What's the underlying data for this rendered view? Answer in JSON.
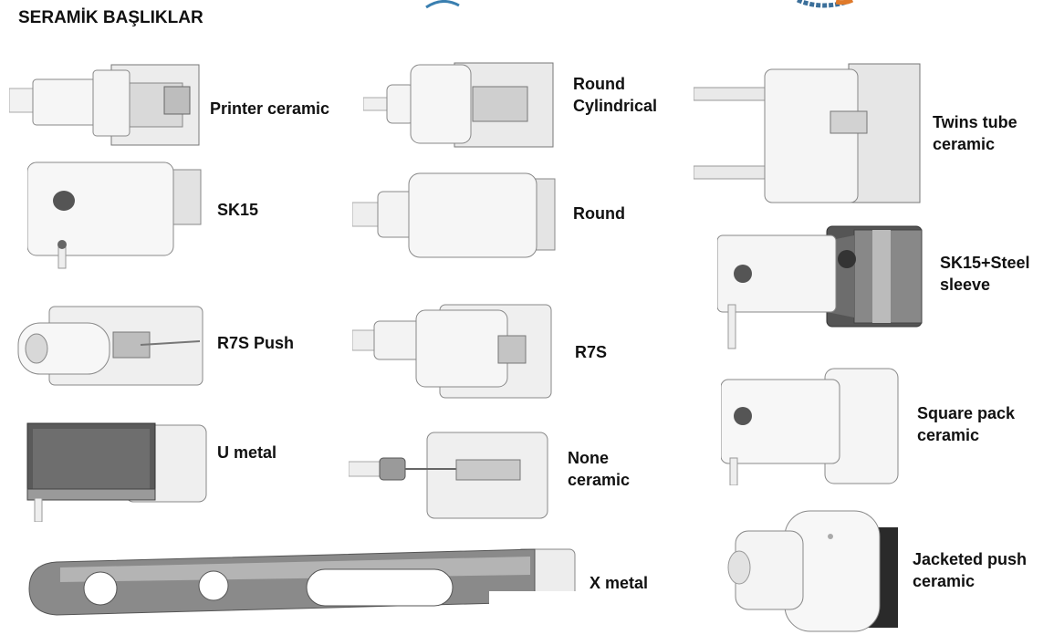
{
  "page": {
    "title": "SERAMİK BAŞLIKLAR"
  },
  "items": [
    {
      "id": "printer-ceramic",
      "lines": [
        "Printer ceramic"
      ]
    },
    {
      "id": "round-cylindrical",
      "lines": [
        "Round",
        "Cylindrical"
      ]
    },
    {
      "id": "twins-tube-ceramic",
      "lines": [
        "Twins tube",
        "ceramic"
      ]
    },
    {
      "id": "sk15",
      "lines": [
        "SK15"
      ]
    },
    {
      "id": "round",
      "lines": [
        "Round"
      ]
    },
    {
      "id": "sk15-steel-sleeve",
      "lines": [
        "SK15+Steel",
        "sleeve"
      ]
    },
    {
      "id": "r7s-push",
      "lines": [
        "R7S Push"
      ]
    },
    {
      "id": "r7s",
      "lines": [
        "R7S"
      ]
    },
    {
      "id": "square-pack-ceramic",
      "lines": [
        "Square pack",
        "ceramic"
      ]
    },
    {
      "id": "u-metal",
      "lines": [
        "U metal"
      ]
    },
    {
      "id": "none-ceramic",
      "lines": [
        "None",
        "ceramic"
      ]
    },
    {
      "id": "jacketed-push-ceramic",
      "lines": [
        "Jacketed push",
        "ceramic"
      ]
    },
    {
      "id": "x-metal",
      "lines": [
        "X metal"
      ]
    }
  ]
}
